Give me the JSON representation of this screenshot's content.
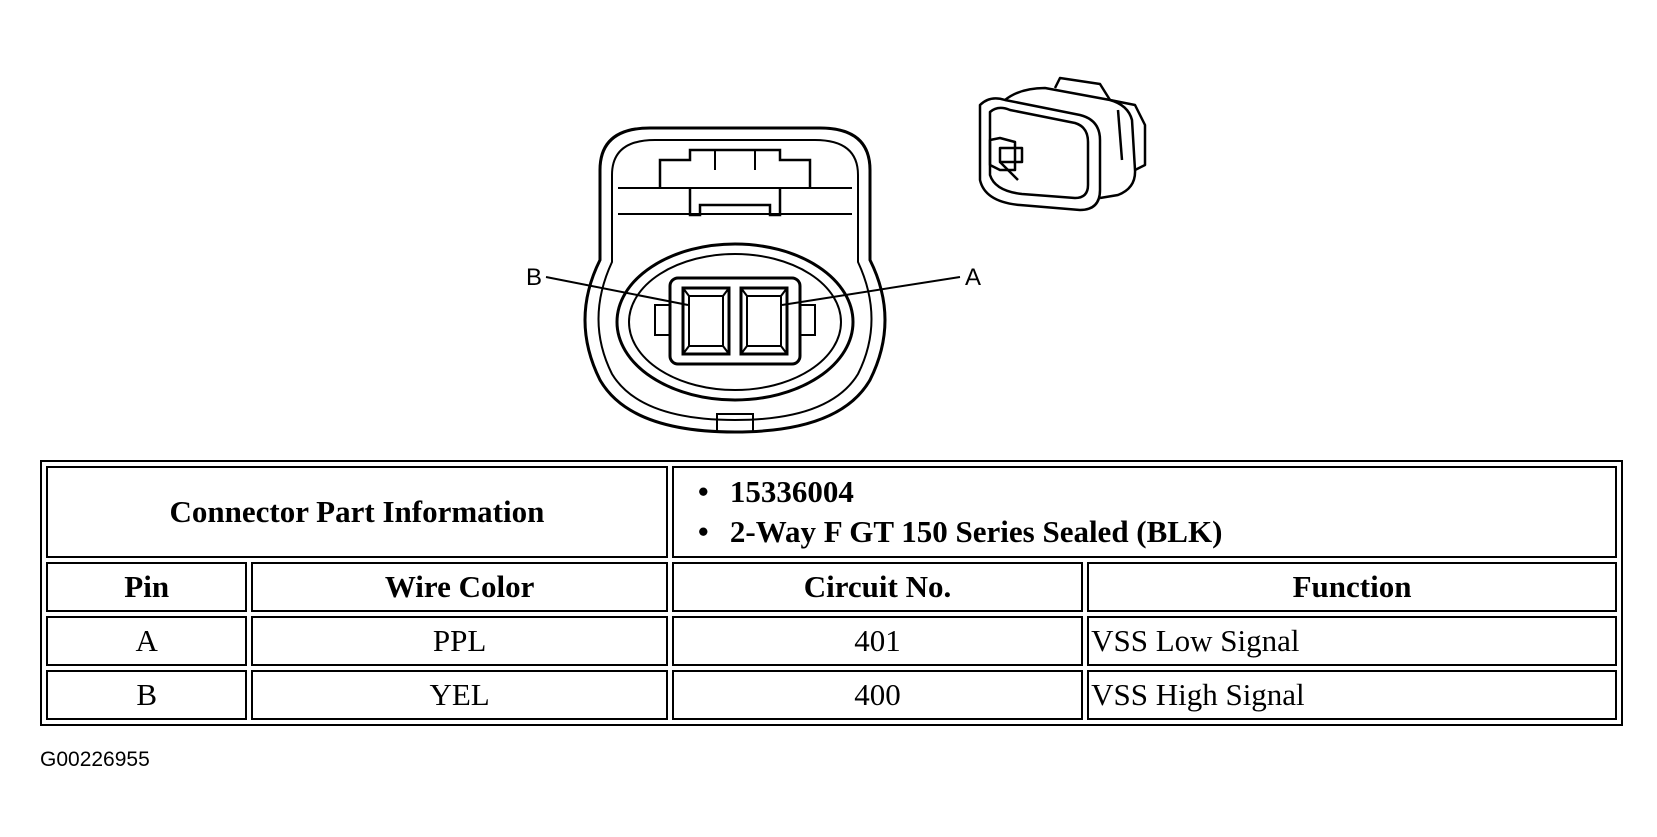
{
  "diagram": {
    "pin_label_b": "B",
    "pin_label_a": "A"
  },
  "table": {
    "header_label": "Connector Part Information",
    "part_items": [
      "15336004",
      "2-Way F GT 150 Series Sealed (BLK)"
    ],
    "columns": [
      "Pin",
      "Wire Color",
      "Circuit No.",
      "Function"
    ],
    "rows": [
      {
        "pin": "A",
        "wire_color": "PPL",
        "circuit": "401",
        "function": "VSS Low Signal"
      },
      {
        "pin": "B",
        "wire_color": "YEL",
        "circuit": "400",
        "function": "VSS High Signal"
      }
    ]
  },
  "figure_id": "G00226955",
  "bullet_glyph": "•"
}
